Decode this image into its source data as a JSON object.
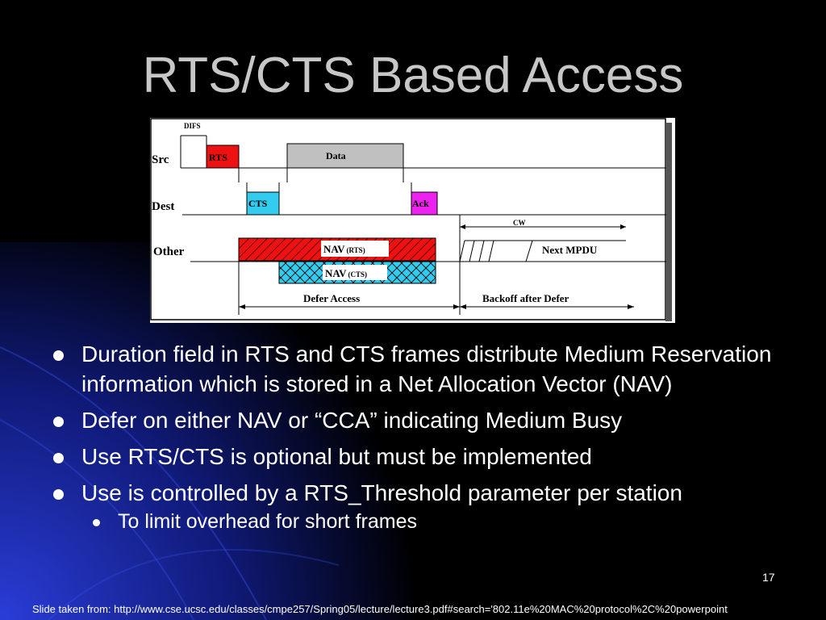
{
  "slide": {
    "title": "RTS/CTS Based Access",
    "page_number": "17",
    "source": "Slide taken from:  http://www.cse.ucsc.edu/classes/cmpe257/Spring05/lecture/lecture3.pdf#search='802.11e%20MAC%20protocol%2C%20powerpoint"
  },
  "diagram": {
    "rows": [
      "Src",
      "Dest",
      "Other"
    ],
    "difs": "DIFS",
    "frames": {
      "rts": "RTS",
      "data": "Data",
      "cts": "CTS",
      "ack": "Ack"
    },
    "nav_rts": {
      "main": "NAV",
      "sub": "(RTS)"
    },
    "nav_cts": {
      "main": "NAV",
      "sub": "(CTS)"
    },
    "cw": "CW",
    "next_mpdu": "Next MPDU",
    "defer_access": "Defer Access",
    "backoff": "Backoff after Defer",
    "colors": {
      "rts": "#ee1111",
      "data": "#c0c0c0",
      "cts": "#33ccee",
      "ack": "#ee22ee",
      "nav_rts": "#ee1111",
      "nav_cts": "#33ccee"
    }
  },
  "bullets": [
    {
      "text": "Duration field in RTS and CTS frames distribute Medium Reservation information which is stored in a Net Allocation Vector (NAV)"
    },
    {
      "text": "Defer on either NAV or “CCA” indicating Medium Busy"
    },
    {
      "text": "Use RTS/CTS is optional but must be implemented"
    },
    {
      "text": "Use is controlled by a RTS_Threshold parameter per station",
      "sub": [
        "To limit overhead for short frames"
      ]
    }
  ]
}
